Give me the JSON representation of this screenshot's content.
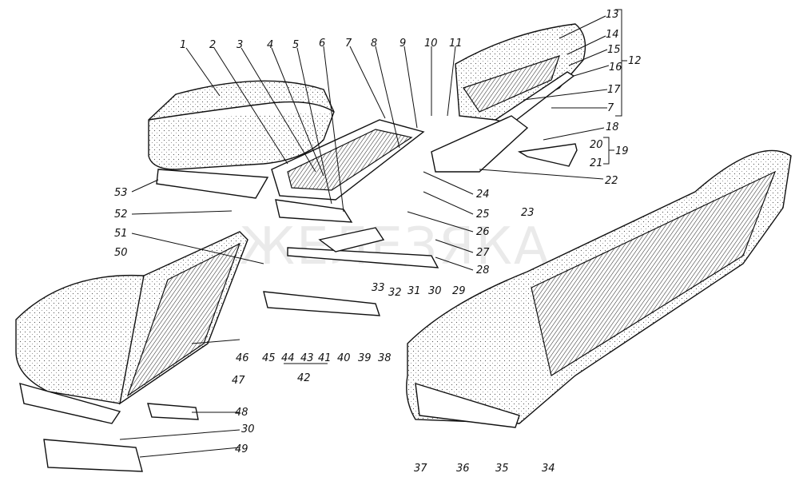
{
  "diagram": {
    "watermark": "ЖЕЛЕЗЯКА",
    "labels": {
      "l1": "1",
      "l2": "2",
      "l3": "3",
      "l4": "4",
      "l5": "5",
      "l6": "6",
      "l7": "7",
      "l8": "8",
      "l9": "9",
      "l10": "10",
      "l11": "11",
      "l12": "12",
      "l13": "13",
      "l14": "14",
      "l15": "15",
      "l16": "16",
      "l17": "17",
      "l7b": "7",
      "l18": "18",
      "l19": "19",
      "l20": "20",
      "l21": "21",
      "l22": "22",
      "l23": "23",
      "l24": "24",
      "l25": "25",
      "l26": "26",
      "l27": "27",
      "l28": "28",
      "l29": "29",
      "l30": "30",
      "l30b": "30",
      "l31": "31",
      "l32": "32",
      "l33": "33",
      "l34": "34",
      "l35": "35",
      "l36": "36",
      "l37": "37",
      "l38": "38",
      "l39": "39",
      "l40": "40",
      "l41": "41",
      "l42": "42",
      "l43": "43",
      "l44": "44",
      "l45": "45",
      "l46": "46",
      "l47": "47",
      "l48": "48",
      "l49": "49",
      "l50": "50",
      "l51": "51",
      "l52": "52",
      "l53": "53"
    }
  }
}
